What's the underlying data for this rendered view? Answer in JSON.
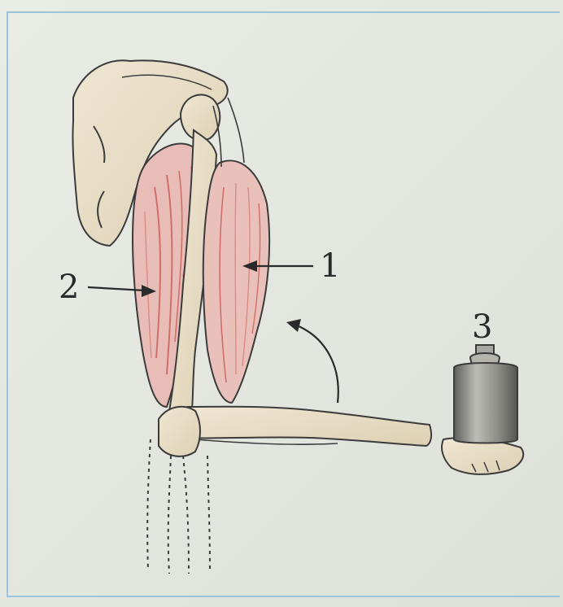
{
  "labels": {
    "one": "1",
    "two": "2",
    "three": "3"
  },
  "colors": {
    "bone": "#e8dcc4",
    "muscle": "#e7b9b4",
    "muscle_stripe": "#cf6f6a",
    "outline": "#3b3b3b",
    "weight": "#7a7a76",
    "frame": "#9cc3dc"
  },
  "icons": {
    "weight": "weight-icon",
    "rotation_arrow": "curved-arrow-icon"
  }
}
